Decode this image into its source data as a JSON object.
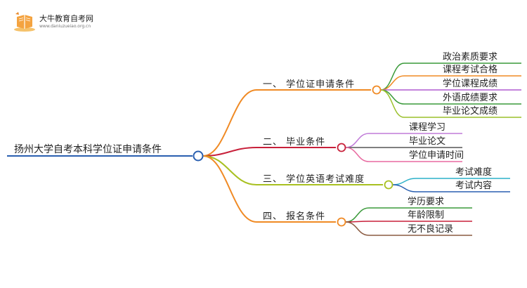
{
  "logo": {
    "title": "大牛教育自考网",
    "url": "www.daniuzueiao.org.cn"
  },
  "mindmap": {
    "root": "扬州大学自考本科学位证申请条件",
    "branches": [
      {
        "label": "一、 学位证申请条件",
        "color": "#f08a24",
        "leaves": [
          {
            "label": "政治素质要求",
            "color": "#3a9a3a"
          },
          {
            "label": "课程考试合格",
            "color": "#f08a24"
          },
          {
            "label": "学位课程成绩",
            "color": "#b05ad0"
          },
          {
            "label": "外语成绩要求",
            "color": "#3a9a3a"
          },
          {
            "label": "毕业论文成绩",
            "color": "#9ac02a"
          }
        ]
      },
      {
        "label": "二、 毕业条件",
        "color": "#c8203a",
        "leaves": [
          {
            "label": "课程学习",
            "color": "#c07ad8"
          },
          {
            "label": "毕业论文",
            "color": "#555555"
          },
          {
            "label": "学位申请时间",
            "color": "#e86aa0"
          }
        ]
      },
      {
        "label": "三、 学位英语考试难度",
        "color": "#a8c020",
        "leaves": [
          {
            "label": "考试难度",
            "color": "#2cb0c8"
          },
          {
            "label": "考试内容",
            "color": "#2a5fb0"
          }
        ]
      },
      {
        "label": "四、 报名条件",
        "color": "#f08a24",
        "leaves": [
          {
            "label": "学历要求",
            "color": "#3a9a3a"
          },
          {
            "label": "年龄限制",
            "color": "#c8203a"
          },
          {
            "label": "无不良记录",
            "color": "#8a5a40"
          }
        ]
      }
    ],
    "root_color": "#2a5fb0"
  }
}
